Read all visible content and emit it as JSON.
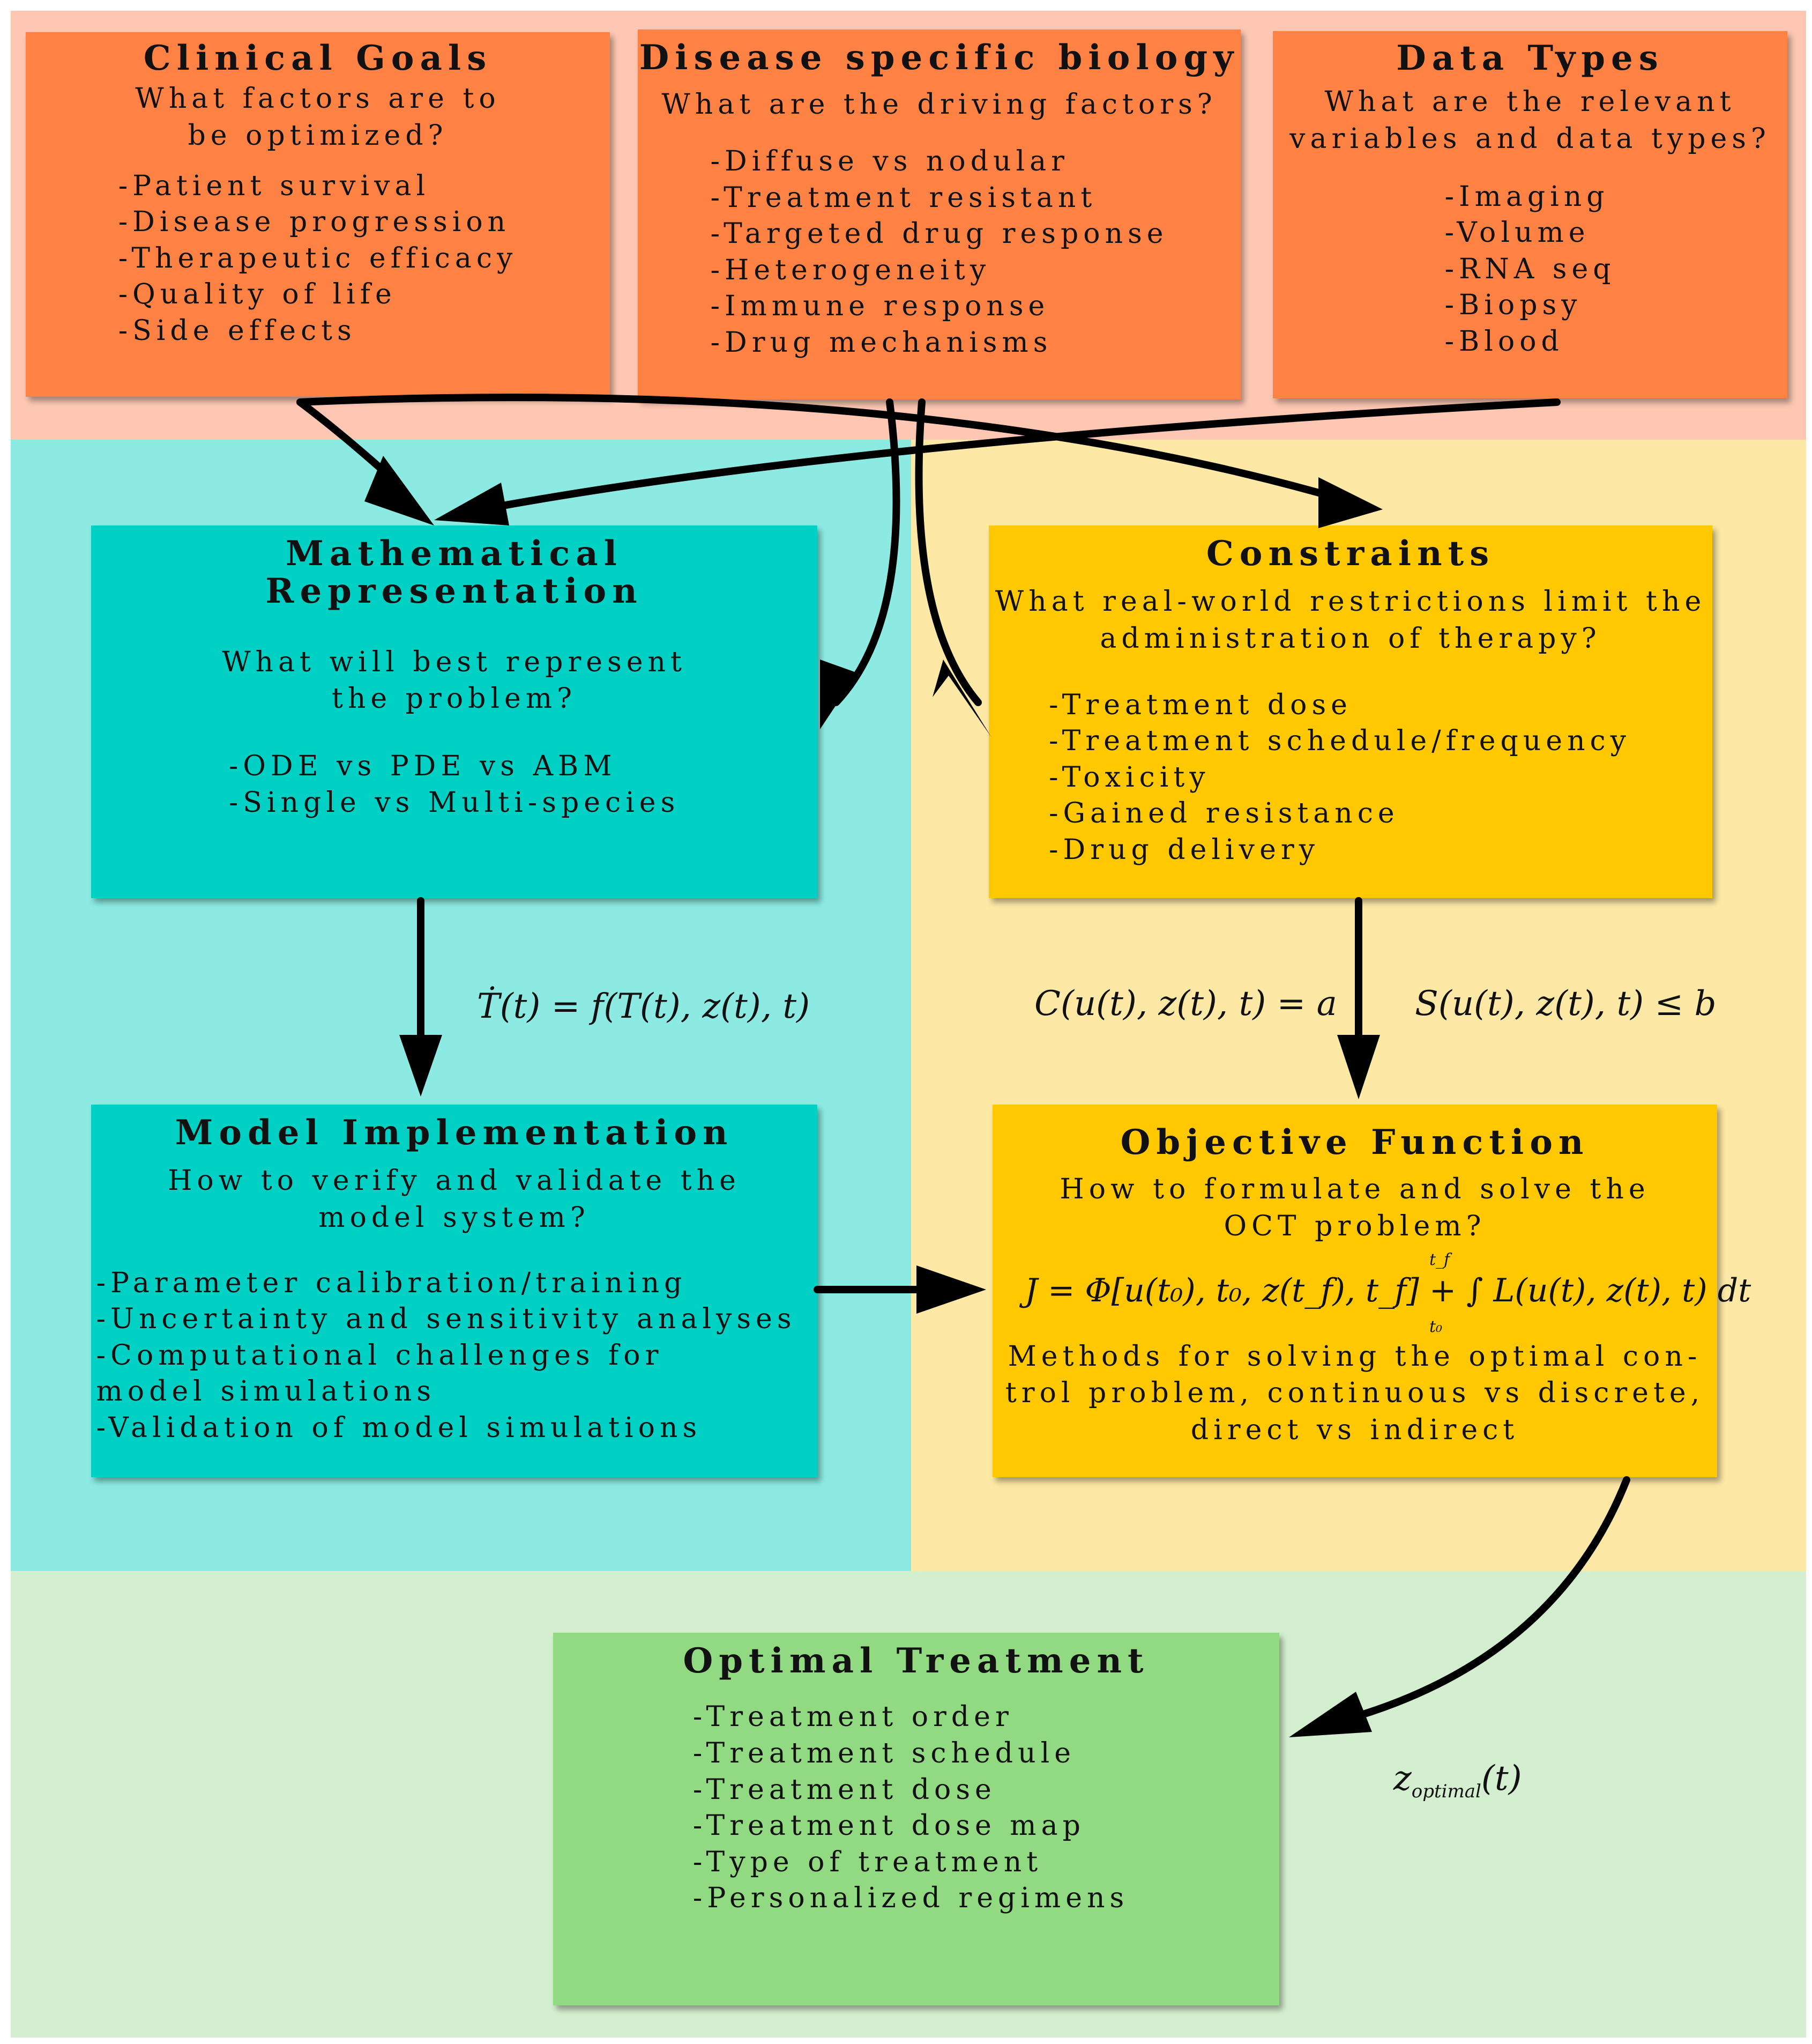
{
  "colors": {
    "top_band": "#fdc7b3",
    "left_band": "#8ceae3",
    "right_band": "#fde8a6",
    "bottom_band": "#d4efcf",
    "orange_box": "#ff8245",
    "teal_box": "#00d1c4",
    "yellow_box": "#ffc800",
    "green_box": "#92da81",
    "arrow": "#000000"
  },
  "clinical_goals": {
    "title": "Clinical Goals",
    "question": "What factors are to\nbe optimized?",
    "items": [
      "-Patient survival",
      "-Disease progression",
      "-Therapeutic efficacy",
      "-Quality of life",
      "-Side effects"
    ]
  },
  "disease_biology": {
    "title": "Disease specific biology",
    "question": "What are the driving factors?",
    "items": [
      "-Diffuse vs nodular",
      "-Treatment resistant",
      "-Targeted drug response",
      "-Heterogeneity",
      "-Immune response",
      "-Drug mechanisms"
    ]
  },
  "data_types": {
    "title": "Data Types",
    "question": "What are the relevant\nvariables and data types?",
    "items": [
      "-Imaging",
      "-Volume",
      "-RNA seq",
      "-Biopsy",
      "-Blood"
    ]
  },
  "math_representation": {
    "title": "Mathematical Representation",
    "question": "What will best represent\nthe problem?",
    "items": [
      "-ODE vs PDE vs ABM",
      "-Single vs Multi-species"
    ]
  },
  "constraints": {
    "title": "Constraints",
    "question": "What real-world restrictions limit the\nadministration of therapy?",
    "items": [
      "-Treatment dose",
      "-Treatment schedule/frequency",
      "-Toxicity",
      "-Gained resistance",
      "-Drug delivery"
    ]
  },
  "model_implementation": {
    "title": "Model Implementation",
    "question": "How to verify and validate the\nmodel system?",
    "items": [
      "-Parameter calibration/training",
      "-Uncertainty and sensitivity analyses",
      "-Computational challenges for\n   model simulations",
      "-Validation of model simulations"
    ]
  },
  "objective_function": {
    "title": "Objective Function",
    "question": "How to formulate and solve the\nOCT problem?",
    "methods": "Methods for solving the optimal con-\ntrol problem, continuous vs discrete,\ndirect vs indirect"
  },
  "optimal_treatment": {
    "title": "Optimal Treatment",
    "items": [
      "-Treatment order",
      "-Treatment schedule",
      "-Treatment dose",
      "-Treatment dose map",
      "-Type of treatment",
      "-Personalized regimens"
    ]
  },
  "equations": {
    "model_eq": "Ṫ(t) = f(T(t), z(t), t)",
    "equality_constraint": "C(u(t), z(t), t) = a",
    "inequality_constraint": "S(u(t), z(t), t) ≤ b",
    "objective_lhs": "J = Φ[u(t₀), t₀, z(t_f), t_f] + ∫ L(u(t), z(t), t) dt",
    "integral_lower": "t₀",
    "integral_upper": "t_f",
    "optimal_control": "z",
    "optimal_subscript": "optimal",
    "optimal_arg": "(t)"
  }
}
